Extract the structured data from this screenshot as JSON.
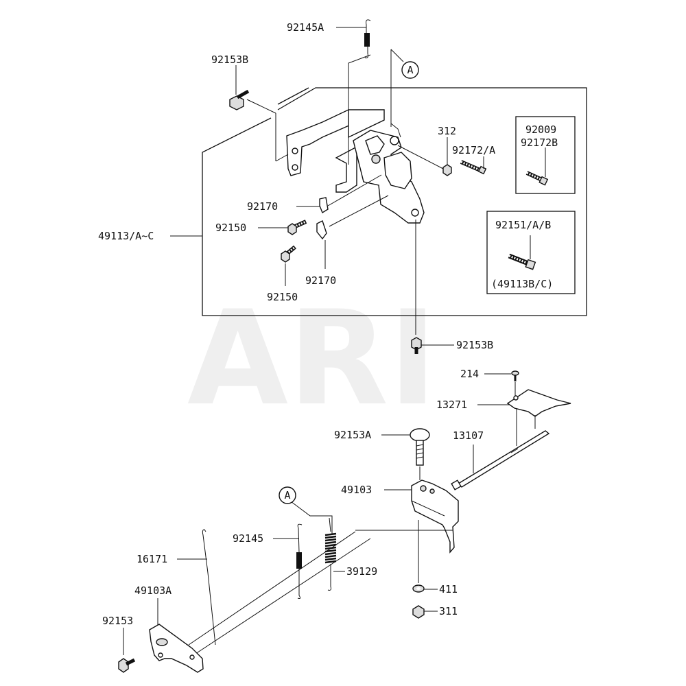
{
  "watermark": "ARI",
  "callout_letter": "A",
  "labels": {
    "p92145A": "92145A",
    "p92153B_top": "92153B",
    "p312": "312",
    "p92172A": "92172/A",
    "p92009": "92009",
    "p92172B": "92172B",
    "p92170_a": "92170",
    "p92150_a": "92150",
    "p49113": "49113/A~C",
    "p92170_b": "92170",
    "p92150_b": "92150",
    "p92151": "92151/A/B",
    "p49113BC": "(49113B/C)",
    "p92153B_mid": "92153B",
    "p214": "214",
    "p13271": "13271",
    "p92153A": "92153A",
    "p13107": "13107",
    "p49103": "49103",
    "p92145": "92145",
    "p16171": "16171",
    "p39129": "39129",
    "p49103A": "49103A",
    "p411": "411",
    "p311": "311",
    "p92153": "92153"
  }
}
